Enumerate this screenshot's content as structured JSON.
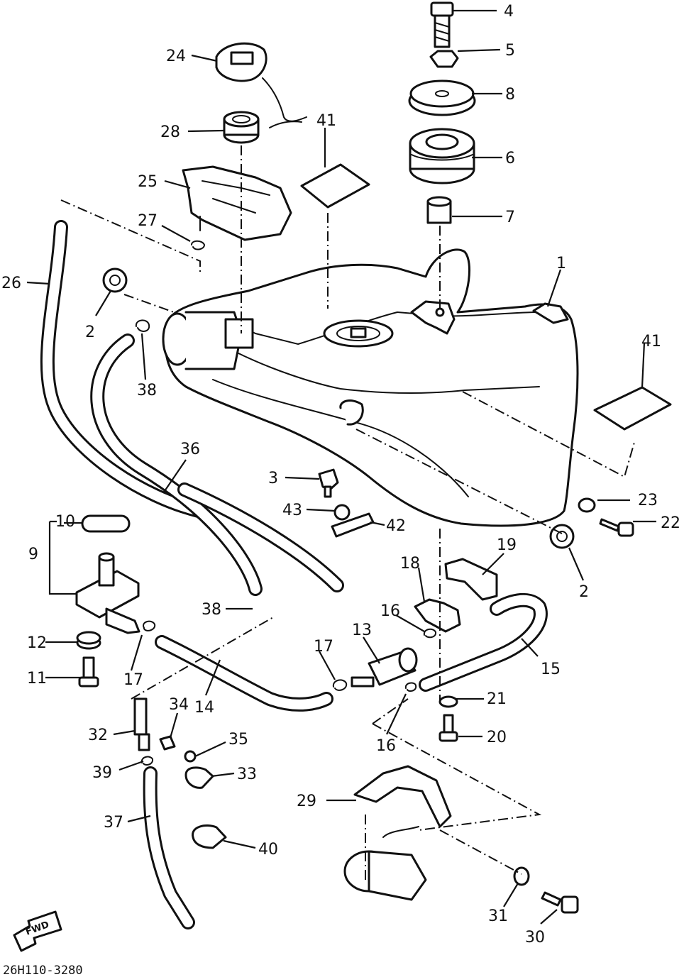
{
  "labels": {
    "l1": "1",
    "l2a": "2",
    "l2b": "2",
    "l3": "3",
    "l4": "4",
    "l5": "5",
    "l6": "6",
    "l7": "7",
    "l8": "8",
    "l9": "9",
    "l10": "10",
    "l11": "11",
    "l12": "12",
    "l13": "13",
    "l14": "14",
    "l15": "15",
    "l16a": "16",
    "l16b": "16",
    "l17a": "17",
    "l17b": "17",
    "l18": "18",
    "l19": "19",
    "l20": "20",
    "l21": "21",
    "l22": "22",
    "l23": "23",
    "l24": "24",
    "l25": "25",
    "l26": "26",
    "l27": "27",
    "l28": "28",
    "l29": "29",
    "l30": "30",
    "l31": "31",
    "l32": "32",
    "l33": "33",
    "l34": "34",
    "l35": "35",
    "l36": "36",
    "l37": "37",
    "l38a": "38",
    "l38b": "38",
    "l39": "39",
    "l40": "40",
    "l41a": "41",
    "l41b": "41",
    "l42": "42",
    "l43": "43"
  },
  "diagram_code": "26H110-3280",
  "direction_arrow": "FWD"
}
